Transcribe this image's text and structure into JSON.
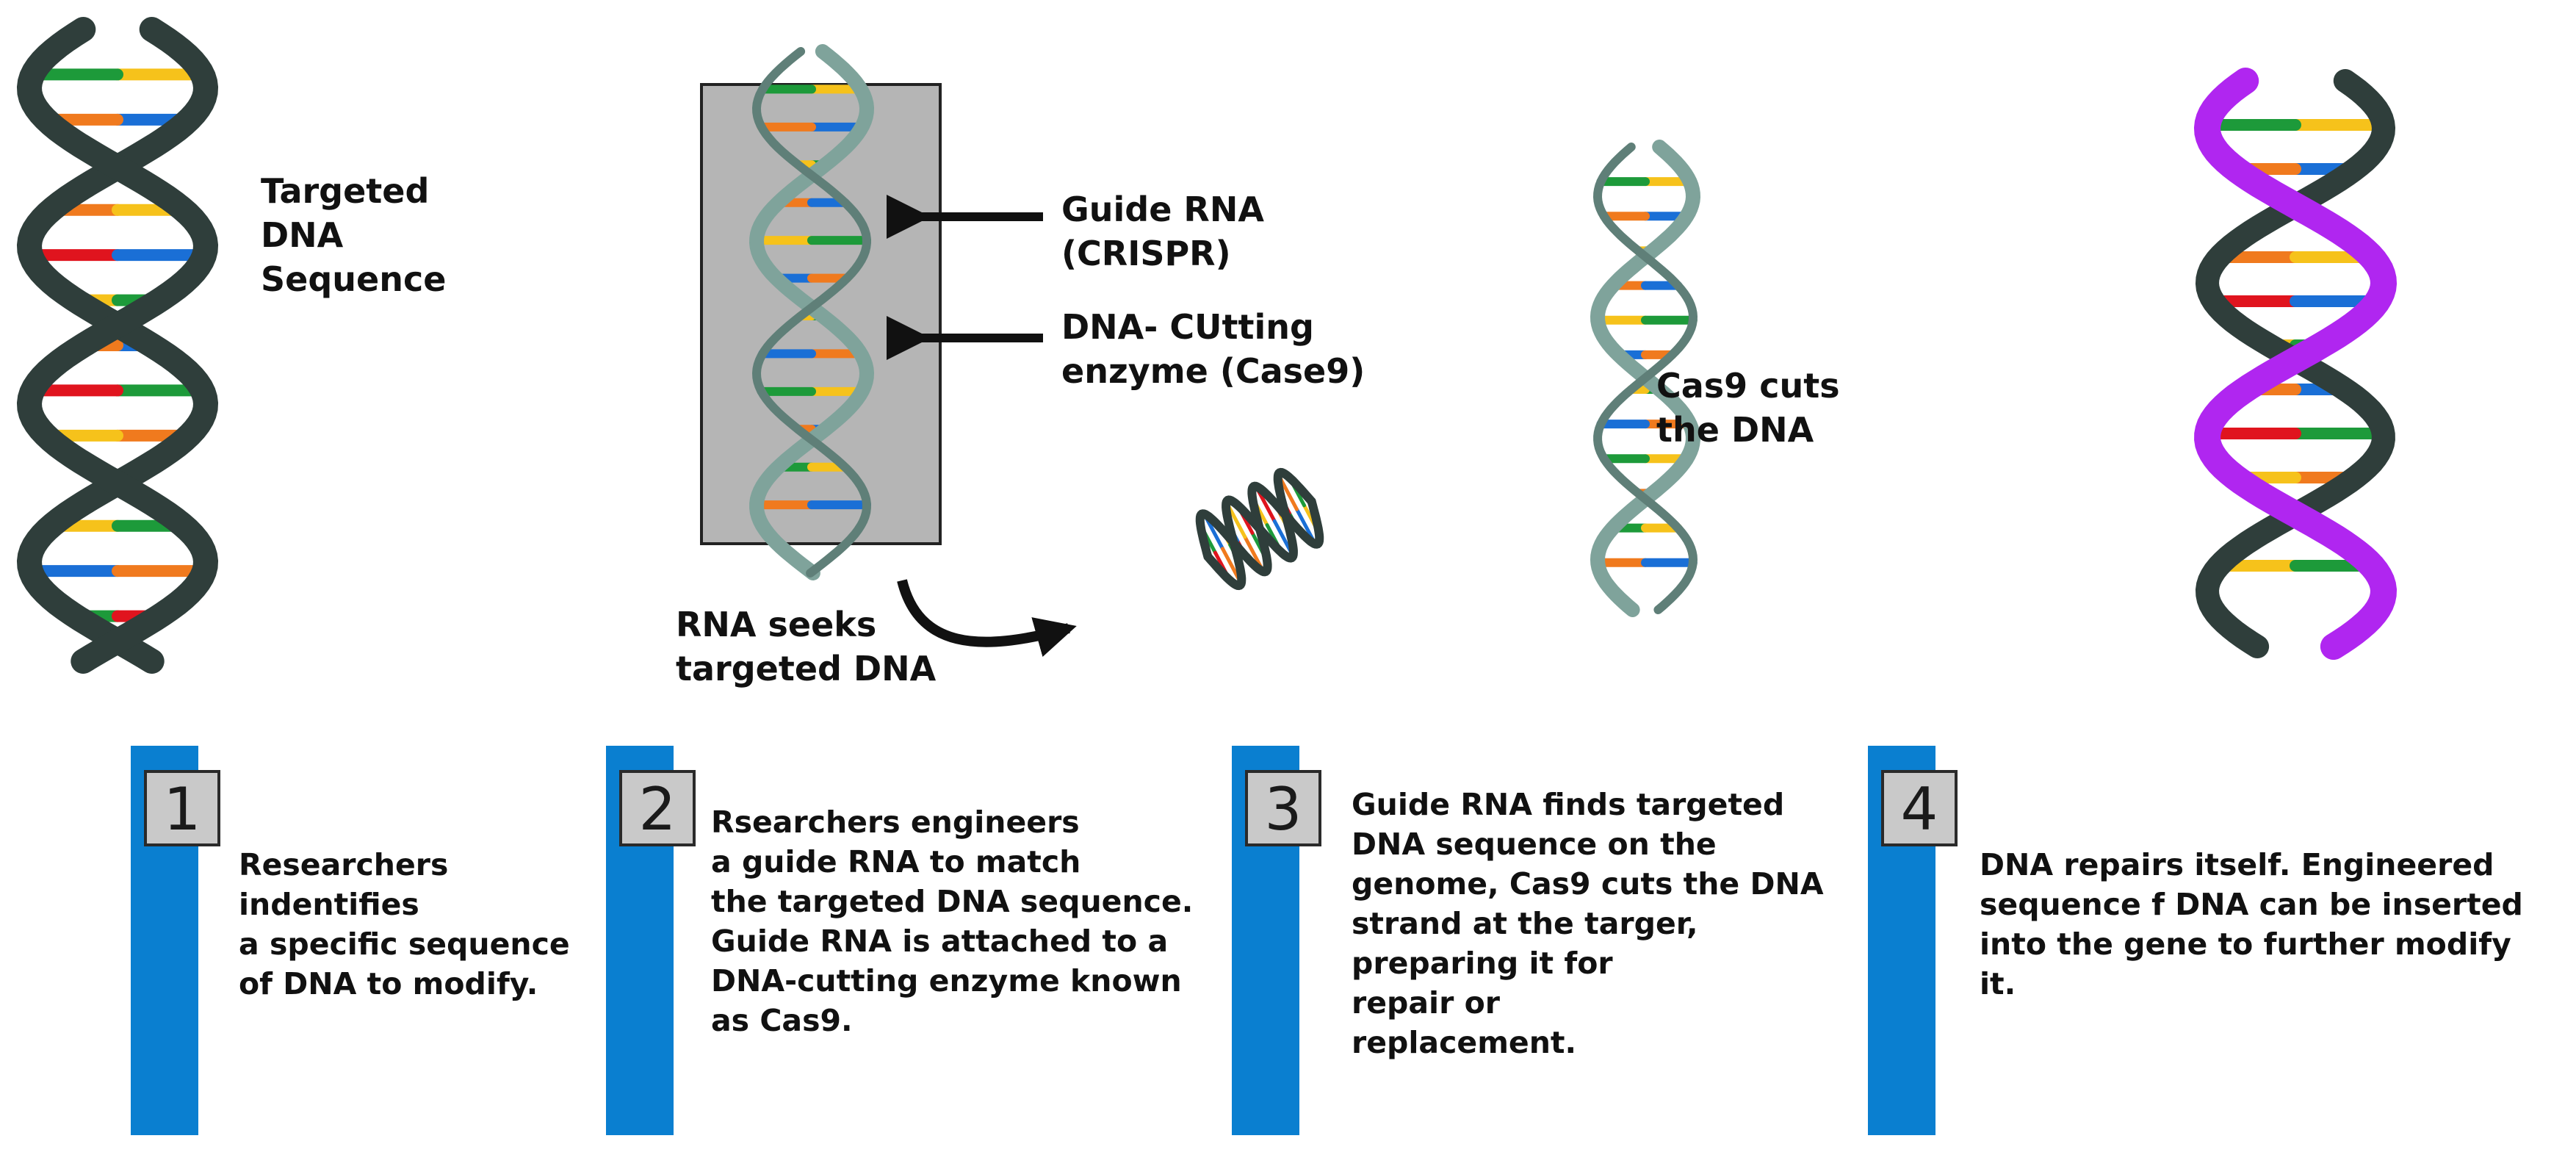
{
  "labels": {
    "targeted": "Targeted\nDNA\nSequence",
    "guide_rna": "Guide RNA\n(CRISPR)",
    "cutting_enzyme": "DNA- CUtting\nenzyme (Case9)",
    "rna_seeks": "RNA seeks\ntargeted DNA",
    "cas9_cuts": "Cas9 cuts\nthe DNA"
  },
  "steps": [
    {
      "number": "1",
      "text": "Researchers\nindentifies\na specific sequence\nof DNA to modify."
    },
    {
      "number": "2",
      "text": "Rsearchers engineers\na guide RNA to match\nthe targeted DNA sequence.\nGuide RNA is attached to a\nDNA-cutting enzyme known\nas Cas9."
    },
    {
      "number": "3",
      "text": "Guide RNA finds targeted\nDNA sequence on the\ngenome, Cas9 cuts the DNA\nstrand at the targer,\npreparing it for\nrepair or\nreplacement."
    },
    {
      "number": "4",
      "text": "DNA repairs itself. Engineered\nsequence f DNA can be inserted\ninto the gene to further modify\nit."
    }
  ],
  "colors": {
    "step_bar": "#0a7fd0",
    "number_box": "#c9c9c9",
    "dark_strand": "#2f3e3b",
    "light_strand": "#7fa39b",
    "inserted_strand": "#b026f0",
    "base_red": "#e0141e",
    "base_yellow": "#f6c21b",
    "base_blue": "#1a6fd6",
    "base_green": "#1d9a3a",
    "base_orange": "#f07a1e",
    "enzyme_box": "#b5b5b5"
  }
}
